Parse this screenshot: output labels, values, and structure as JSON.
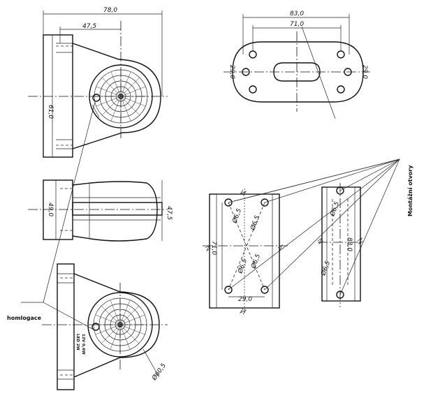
{
  "dimensions": {
    "side_total_width": "78,0",
    "side_center_offset": "47,5",
    "side_height": "61,0",
    "mid_height": "49,0",
    "mid_depth": "47,5",
    "base_width": "83,0",
    "base_hole_spacing": "71,0",
    "base_slot_height": "29,0",
    "base_hole_v": "29,0",
    "hole_diameter_a": "Ø6,5",
    "hole_diameter_b": "Ø6,5",
    "hole_diameter_c": "Ø6,5",
    "hole_diameter_d": "Ø6,5",
    "hole_diameter_e": "Ø6,5",
    "hole_diameter_f": "Ø6,5",
    "pattern_height": "71,0",
    "pattern_width": "29,0",
    "slot_height": "83,0",
    "lens_diameter": "Ø60,5"
  },
  "labels": {
    "homologation": "homlogace",
    "mounting_holes": "Montážní otvory",
    "lamp_text_1": "12V 0,4W",
    "lamp_text_2": "LED 2W"
  }
}
